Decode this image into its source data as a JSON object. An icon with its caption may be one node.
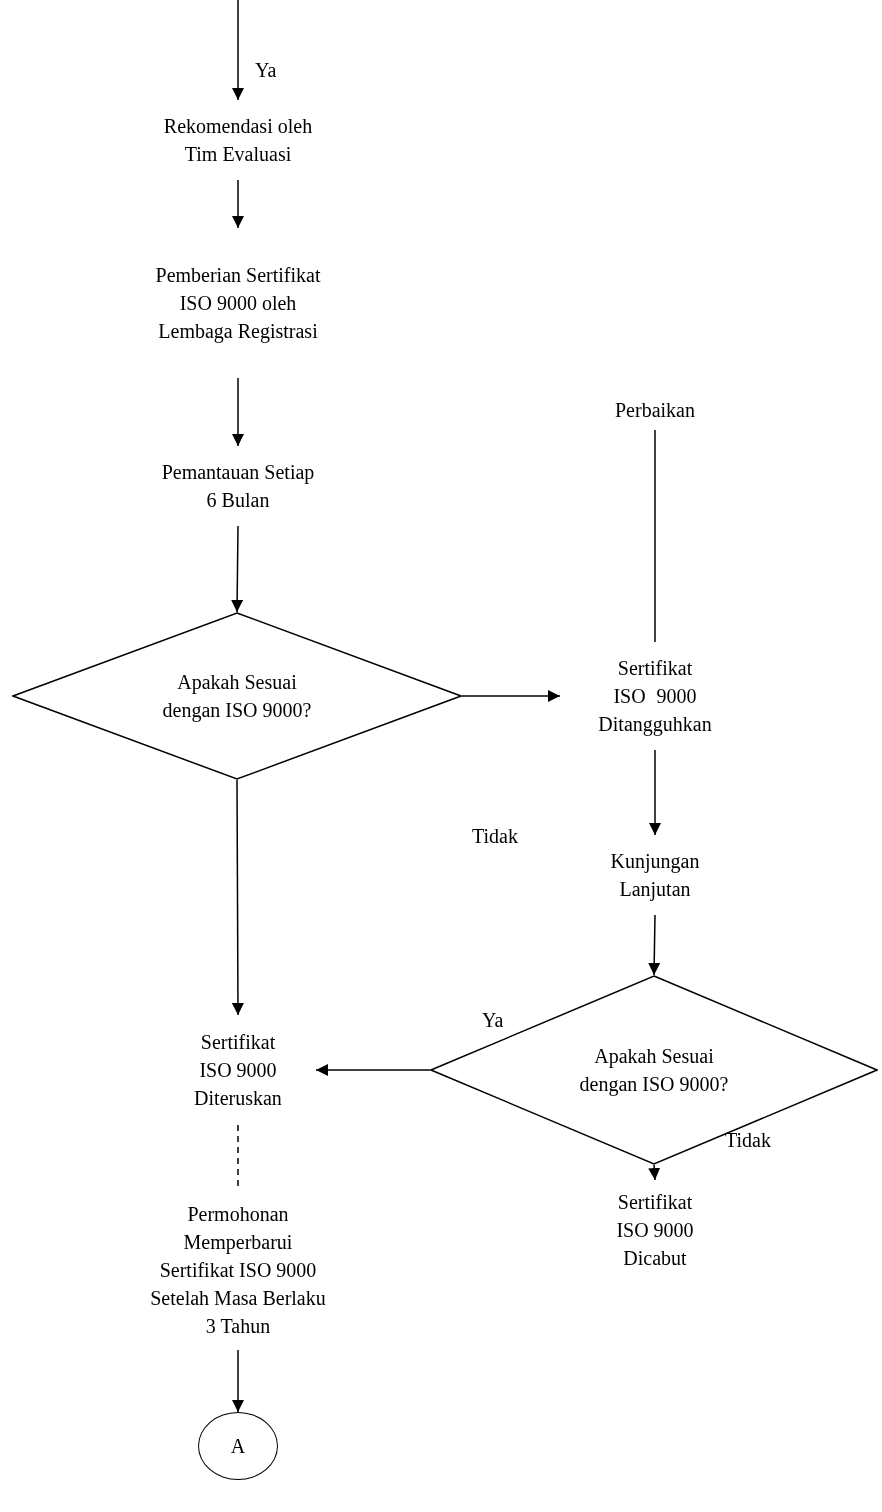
{
  "diagram": {
    "nodes": [
      {
        "text": [
          "Rekomendasi oleh Tim Evaluasi"
        ]
      },
      {
        "text": [
          "Pemberian Sertifikat ISO 9000 oleh Lembaga Registrasi"
        ]
      },
      {
        "text": [
          "Pemantauan Setiap 6 Bulan"
        ]
      },
      {
        "text": [
          "Apakah Sesuai dengan ISO 9000?"
        ]
      },
      {
        "text": [
          "Sertifikat ISO 9000 Ditangguhkan"
        ]
      },
      {
        "text": [
          "Perbaikan"
        ]
      },
      {
        "text": [
          "Kunjungan Lanjutan"
        ]
      },
      {
        "text": [
          "Apakah Sesuai dengan ISO 9000?"
        ]
      },
      {
        "text": [
          "Sertifikat ISO 9000 Diteruskan"
        ]
      },
      {
        "text": [
          "Permohonan Memperbarui Sertifikat ISO 9000 Setelah Masa Berlaku 3 Tahun"
        ]
      },
      {
        "text": [
          "A"
        ]
      },
      {
        "text": [
          "Sertifikat ISO 9000 Dicabut"
        ]
      }
    ],
    "edges": [
      {
        "from": null,
        "to": 0,
        "arrow": "to"
      },
      {
        "from": 0,
        "to": 1,
        "arrow": "to"
      },
      {
        "from": 1,
        "to": 2,
        "arrow": "to"
      },
      {
        "from": 2,
        "to": 3,
        "arrow": "to"
      },
      {
        "from": 3,
        "to": 4,
        "arrow": "to"
      },
      {
        "from": 4,
        "to": 5,
        "arrow": "none"
      },
      {
        "from": 4,
        "to": 6,
        "arrow": "to"
      },
      {
        "from": 6,
        "to": 7,
        "arrow": "to"
      },
      {
        "from": 3,
        "to": 8,
        "arrow": "to"
      },
      {
        "from": 7,
        "to": 8,
        "arrow": "to"
      },
      {
        "from": 8,
        "to": 9,
        "arrow": "none",
        "style": "dashed"
      },
      {
        "from": 9,
        "to": 10,
        "arrow": "to"
      },
      {
        "from": 7,
        "to": 11,
        "arrow": "to"
      }
    ],
    "labels": [
      "Ya",
      "Tidak",
      "Ya",
      "Tidak"
    ]
  }
}
